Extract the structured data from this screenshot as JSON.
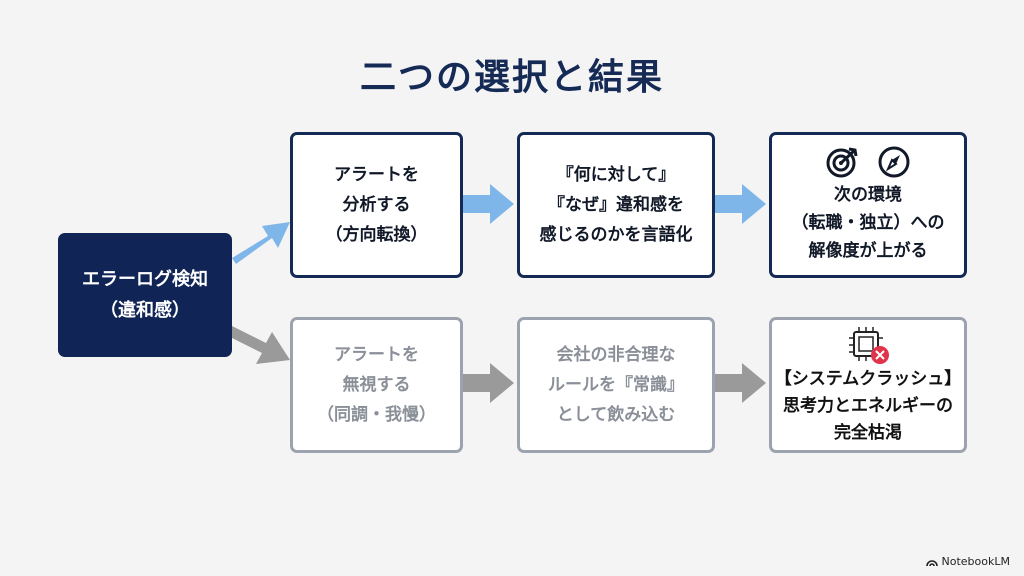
{
  "title": "二つの選択と結果",
  "start": {
    "lines": [
      "エラーログ検知",
      "（違和感）"
    ]
  },
  "top_row": [
    {
      "lines": [
        "アラートを",
        "分析する",
        "（方向転換）"
      ]
    },
    {
      "lines": [
        "『何に対して』",
        "『なぜ』違和感を",
        "感じるのかを言語化"
      ]
    },
    {
      "lines": [
        "次の環境",
        "（転職・独立）への",
        "解像度が上がる"
      ],
      "icons": [
        "target-icon",
        "compass-icon"
      ]
    }
  ],
  "bottom_row": [
    {
      "lines": [
        "アラートを",
        "無視する",
        "（同調・我慢）"
      ]
    },
    {
      "lines": [
        "会社の非合理な",
        "ルールを『常識』",
        "として飲み込む"
      ]
    },
    {
      "lines": [
        "【システムクラッシュ】",
        "思考力とエネルギーの",
        "完全枯渇"
      ],
      "icons": [
        "chip-error-icon"
      ]
    }
  ],
  "colors": {
    "navy": "#102456",
    "top_arrow": "#7fb6ea",
    "bottom_arrow": "#9a9a9a",
    "gray_border": "#9ca3af",
    "error_red": "#e0344a"
  },
  "logo": "NotebookLM"
}
